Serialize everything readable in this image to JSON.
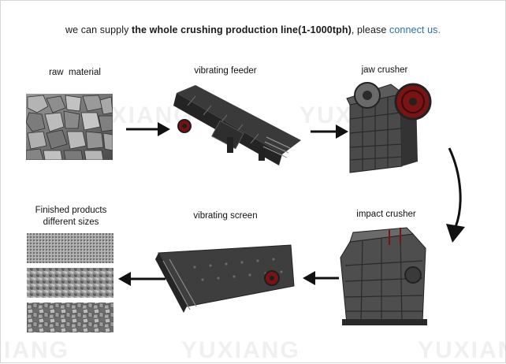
{
  "headline": {
    "prefix": "we can supply ",
    "bold": "the whole crushing production line(1-1000tph)",
    "middle": ", please ",
    "link": "connect us."
  },
  "stages": {
    "raw_material": "raw  material",
    "vibrating_feeder": "vibrating feeder",
    "jaw_crusher": "jaw crusher",
    "impact_crusher": "impact crusher",
    "vibrating_screen": "vibrating screen",
    "finished_line1": "Finished products",
    "finished_line2": "different sizes"
  },
  "watermarks": {
    "w1": "YUXIANG",
    "w2": "YUXIANG",
    "w3": "IANG",
    "w4": "YUXIANG",
    "w5": "YUXIAN"
  },
  "colors": {
    "link": "#2a6fb0",
    "machine_dark": "#2b2b2b",
    "machine_mid": "#555555",
    "accent_red": "#8b1a1a",
    "stone": "#8a8a8a"
  }
}
